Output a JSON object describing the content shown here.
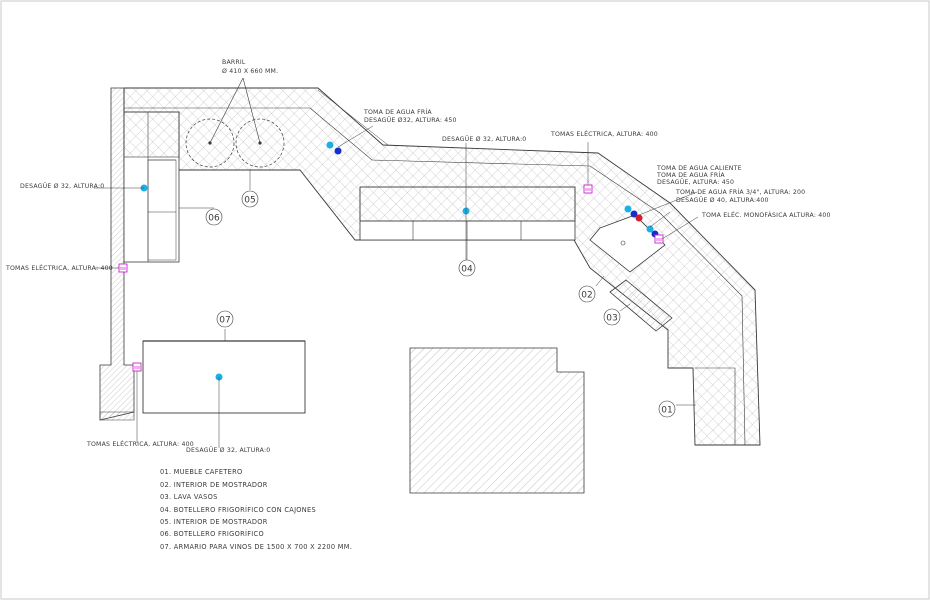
{
  "colors": {
    "line": "#3a3a3a",
    "hatch": "#9a9a9a",
    "water_cold": "#1ab0e6",
    "water_blue": "#1530c8",
    "water_hot": "#d81c2c",
    "socket": "#d21fd6"
  },
  "barrel": {
    "title": "BARRIL",
    "dims": "Ø 410 X 660 MM."
  },
  "annotations": {
    "cold_water_1": [
      "TOMA DE AGUA FRÍA",
      "DESAGÜE Ø32, ALTURA: 450"
    ],
    "drain_mid": "DESAGÜE Ø 32, ALTURA:0",
    "sockets_right": "TOMAS ELÉCTRICA, ALTURA: 400",
    "hot_cold_water": [
      "TOMA DE AGUA CALIENTE",
      "TOMA DE AGUA FRÍA",
      "DESAGÜE, ALTURA: 450"
    ],
    "cold_water_2": [
      "TOMA DE AGUA FRÍA 3/4\", ALTURA: 200",
      "DESAGÜE Ø 40, ALTURA:400"
    ],
    "mono_socket": "TOMA ELÉC. MONOFÁSICA ALTURA: 400",
    "drain_left": "DESAGÜE Ø 32, ALTURA:0",
    "sockets_left": "TOMAS ELÉCTRICA, ALTURA: 400",
    "sockets_bottom": "TOMAS ELÉCTRICA, ALTURA: 400",
    "drain_bottom": "DESAGÜE Ø 32, ALTURA:0"
  },
  "tags": {
    "t01": "01",
    "t02": "02",
    "t03": "03",
    "t04": "04",
    "t05": "05",
    "t06": "06",
    "t07": "07"
  },
  "legend": [
    "01. MUEBLE CAFETERO",
    "02. INTERIOR DE MOSTRADOR",
    "03. LAVA VASOS",
    "04. BOTELLERO FRIGORÍFICO CON CAJONES",
    "05. INTERIOR DE MOSTRADOR",
    "06. BOTELLERO FRIGORÍFICO",
    "07. ARMARIO PARA VINOS DE 1500 X 700 X 2200 MM."
  ]
}
